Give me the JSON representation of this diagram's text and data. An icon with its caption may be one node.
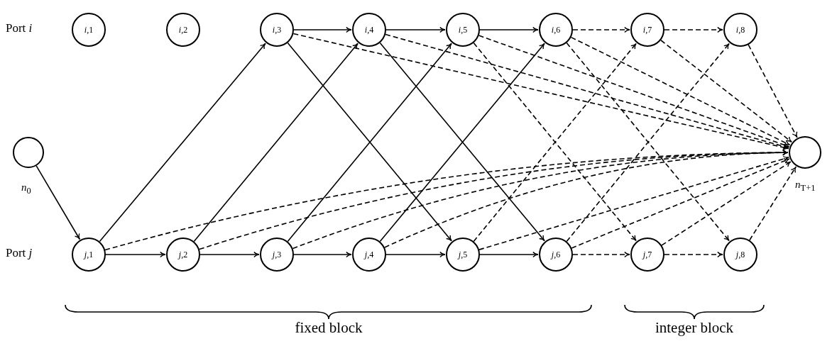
{
  "diagram": {
    "nodes": [
      {
        "text": [
          "*i*,1"
        ]
      },
      {
        "text": [
          "*i*,2"
        ]
      },
      {
        "text": [
          "*i*,3"
        ]
      },
      {
        "text": [
          "*i*,4"
        ]
      },
      {
        "text": [
          "*i*,5"
        ]
      },
      {
        "text": [
          "*i*,6"
        ]
      },
      {
        "text": [
          "*i*,7"
        ]
      },
      {
        "text": [
          "*i*,8"
        ]
      },
      {
        "text": [],
        "shape": "circle",
        "beside": [
          "*n*$_{0}$"
        ]
      },
      {
        "text": [],
        "shape": "circle",
        "beside": [
          "*n*$_{T+1}$"
        ]
      },
      {
        "text": [
          "*j*,1"
        ]
      },
      {
        "text": [
          "*j*,2"
        ]
      },
      {
        "text": [
          "*j*,3"
        ]
      },
      {
        "text": [
          "*j*,4"
        ]
      },
      {
        "text": [
          "*j*,5"
        ]
      },
      {
        "text": [
          "*j*,6"
        ]
      },
      {
        "text": [
          "*j*,7"
        ]
      },
      {
        "text": [
          "*j*,8"
        ]
      }
    ],
    "edges": [
      {
        "from": 8,
        "to": 10,
        "arrow": "to"
      },
      {
        "from": 10,
        "to": 2,
        "arrow": "to"
      },
      {
        "from": 11,
        "to": 3,
        "arrow": "to"
      },
      {
        "from": 12,
        "to": 4,
        "arrow": "to"
      },
      {
        "from": 13,
        "to": 5,
        "arrow": "to"
      },
      {
        "from": 2,
        "to": 14,
        "arrow": "to"
      },
      {
        "from": 3,
        "to": 15,
        "arrow": "to"
      },
      {
        "from": 2,
        "to": 3,
        "arrow": "to"
      },
      {
        "from": 3,
        "to": 4,
        "arrow": "to"
      },
      {
        "from": 4,
        "to": 5,
        "arrow": "to"
      },
      {
        "from": 5,
        "to": 6,
        "arrow": "to",
        "style": "dashed"
      },
      {
        "from": 6,
        "to": 7,
        "arrow": "to",
        "style": "dashed"
      },
      {
        "from": 10,
        "to": 11,
        "arrow": "to"
      },
      {
        "from": 11,
        "to": 12,
        "arrow": "to"
      },
      {
        "from": 12,
        "to": 13,
        "arrow": "to"
      },
      {
        "from": 13,
        "to": 14,
        "arrow": "to"
      },
      {
        "from": 14,
        "to": 15,
        "arrow": "to"
      },
      {
        "from": 15,
        "to": 16,
        "arrow": "to",
        "style": "dashed"
      },
      {
        "from": 16,
        "to": 17,
        "arrow": "to",
        "style": "dashed"
      },
      {
        "from": 4,
        "to": 16,
        "arrow": "to",
        "style": "dashed"
      },
      {
        "from": 5,
        "to": 17,
        "arrow": "to",
        "style": "dashed"
      },
      {
        "from": 14,
        "to": 6,
        "arrow": "to",
        "style": "dashed"
      },
      {
        "from": 15,
        "to": 7,
        "arrow": "to",
        "style": "dashed"
      },
      {
        "from": 2,
        "to": 9,
        "arrow": "to",
        "style": "dashed"
      },
      {
        "from": 3,
        "to": 9,
        "arrow": "to",
        "style": "dashed"
      },
      {
        "from": 4,
        "to": 9,
        "arrow": "to",
        "style": "dashed"
      },
      {
        "from": 5,
        "to": 9,
        "arrow": "to",
        "style": "dashed"
      },
      {
        "from": 6,
        "to": 9,
        "arrow": "to",
        "style": "dashed"
      },
      {
        "from": 7,
        "to": 9,
        "arrow": "to",
        "style": "dashed"
      },
      {
        "from": 10,
        "to": 9,
        "arrow": "to",
        "style": "dashed"
      },
      {
        "from": 11,
        "to": 9,
        "arrow": "to",
        "style": "dashed"
      },
      {
        "from": 12,
        "to": 9,
        "arrow": "to",
        "style": "dashed"
      },
      {
        "from": 13,
        "to": 9,
        "arrow": "to",
        "style": "dashed"
      },
      {
        "from": 14,
        "to": 9,
        "arrow": "to",
        "style": "dashed"
      },
      {
        "from": 15,
        "to": 9,
        "arrow": "to",
        "style": "dashed"
      },
      {
        "from": 16,
        "to": 9,
        "arrow": "to",
        "style": "dashed"
      },
      {
        "from": 17,
        "to": 9,
        "arrow": "to",
        "style": "dashed"
      }
    ],
    "labels": [
      "Port *i*",
      "Port *j*",
      "fixed block",
      "integer block"
    ]
  }
}
